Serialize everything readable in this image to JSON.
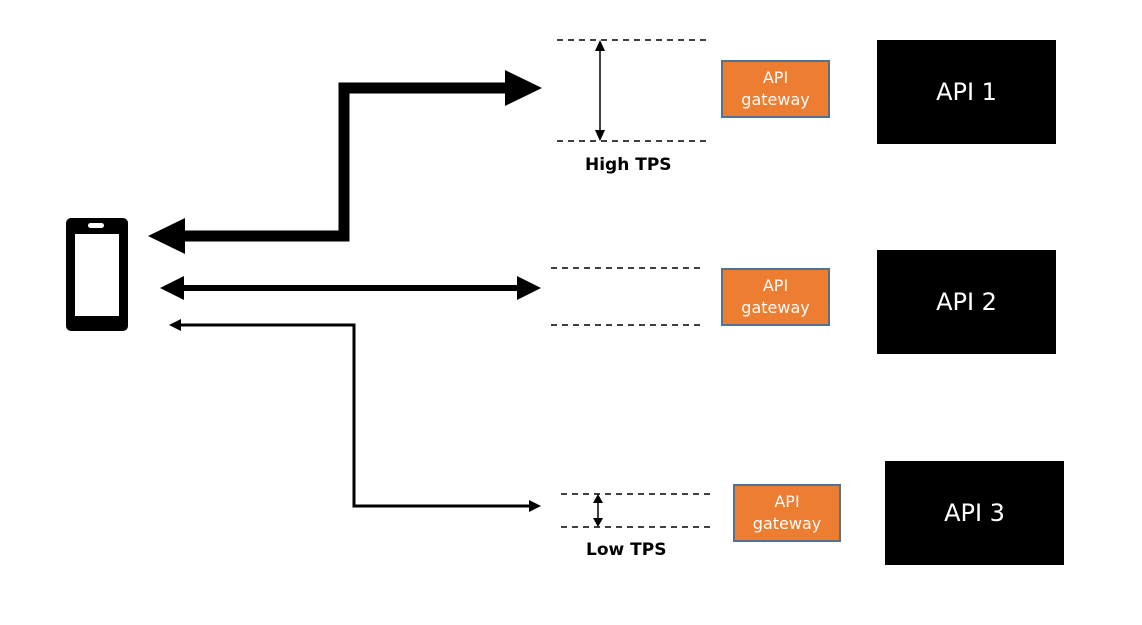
{
  "lanes": [
    {
      "api_label": "API 1",
      "gateway_line1": "API",
      "gateway_line2": "gateway",
      "tps_label": "High TPS"
    },
    {
      "api_label": "API 2",
      "gateway_line1": "API",
      "gateway_line2": "gateway",
      "tps_label": ""
    },
    {
      "api_label": "API 3",
      "gateway_line1": "API",
      "gateway_line2": "gateway",
      "tps_label": "Low TPS"
    }
  ],
  "colors": {
    "gateway_fill": "#ED7D31",
    "gateway_border": "#5B6E8A",
    "api_fill": "#000000",
    "api_text": "#FFFFFF",
    "arrow": "#000000"
  },
  "icons": {
    "client": "smartphone-icon"
  }
}
